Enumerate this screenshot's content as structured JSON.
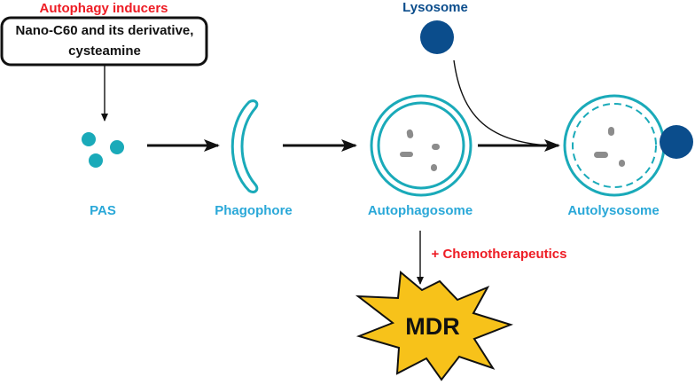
{
  "title": "Autophagy inducers",
  "inducer_box": {
    "line1": "Nano-C60 and its derivative,",
    "line2": "cysteamine"
  },
  "lysosome_label": "Lysosome",
  "stages": {
    "pas": "PAS",
    "phagophore": "Phagophore",
    "autophagosome": "Autophagosome",
    "autolysosome": "Autolysosome"
  },
  "branch_label": "+ Chemotherapeutics",
  "outcome": "MDR",
  "colors": {
    "teal": "#1aaab9",
    "label_blue": "#2aa8d8",
    "red": "#ee1c24",
    "navy": "#0b4d8c",
    "cargo_gray": "#8c8c8c",
    "star_fill": "#f7c21a"
  }
}
